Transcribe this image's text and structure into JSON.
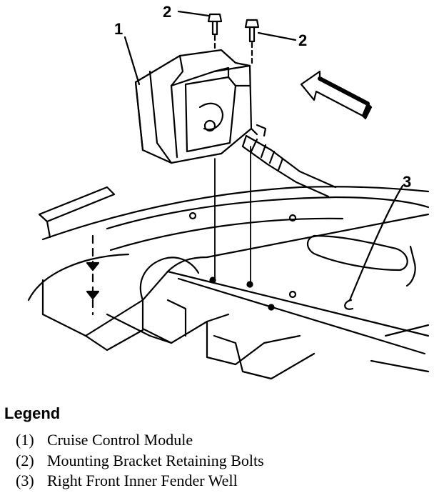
{
  "callouts": {
    "c1": "1",
    "c2a": "2",
    "c2b": "2",
    "c3": "3"
  },
  "legend": {
    "title": "Legend",
    "items": [
      {
        "number": "(1)",
        "text": "Cruise Control Module"
      },
      {
        "number": "(2)",
        "text": "Mounting Bracket Retaining Bolts"
      },
      {
        "number": "(3)",
        "text": "Right Front Inner Fender Well"
      }
    ]
  }
}
